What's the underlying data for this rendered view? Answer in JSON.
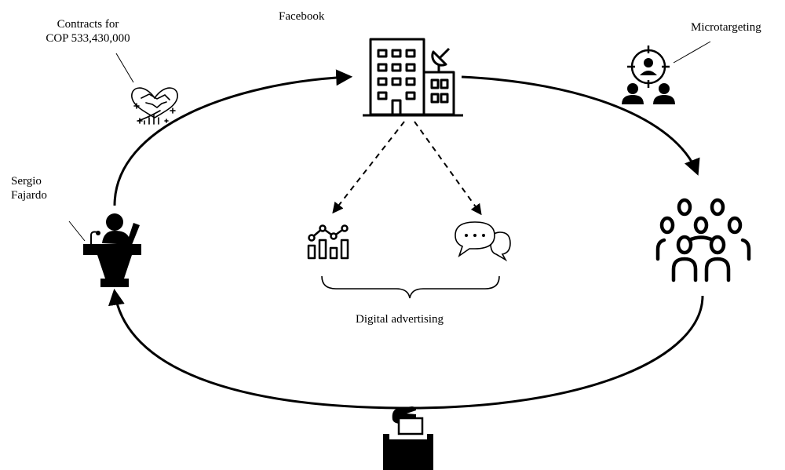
{
  "labels": {
    "contracts_line1": "Contracts for",
    "contracts_line2": "COP 533,430,000",
    "facebook": "Facebook",
    "microtargeting": "Microtargeting",
    "candidate_line1": "Sergio",
    "candidate_line2": "Fajardo",
    "digital_advertising": "Digital advertising"
  },
  "icons": {
    "contracts": "handshake-heart-icon",
    "facebook": "office-building-icon",
    "microtargeting": "target-audience-icon",
    "audience": "crowd-icon",
    "candidate": "speaker-podium-icon",
    "analytics": "bar-line-chart-icon",
    "messaging": "chat-bubbles-icon",
    "vote": "ballot-box-icon"
  },
  "colors": {
    "ink": "#000000",
    "background": "#ffffff"
  }
}
